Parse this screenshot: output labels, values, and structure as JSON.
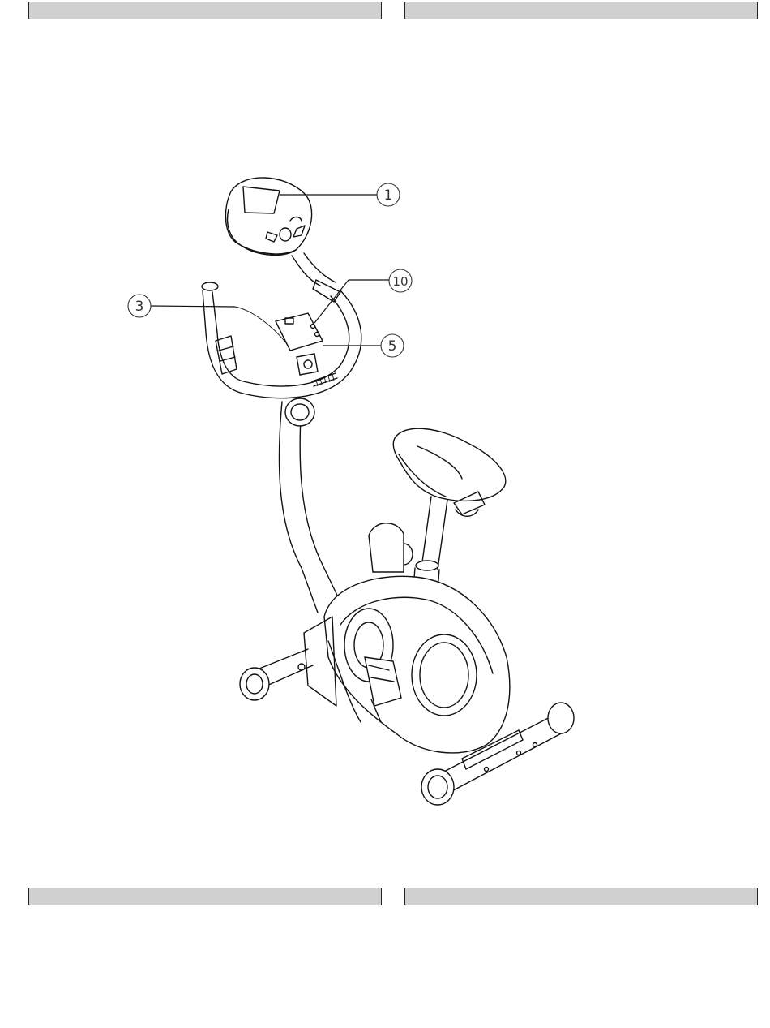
{
  "header_bars": {
    "count": 2
  },
  "footer_bars": {
    "count": 2
  },
  "callouts": [
    {
      "id": "1",
      "label": "1"
    },
    {
      "id": "10",
      "label": "10"
    },
    {
      "id": "3",
      "label": "3"
    },
    {
      "id": "5",
      "label": "5"
    }
  ],
  "illustration": {
    "subject": "exercise-bike-icon"
  }
}
